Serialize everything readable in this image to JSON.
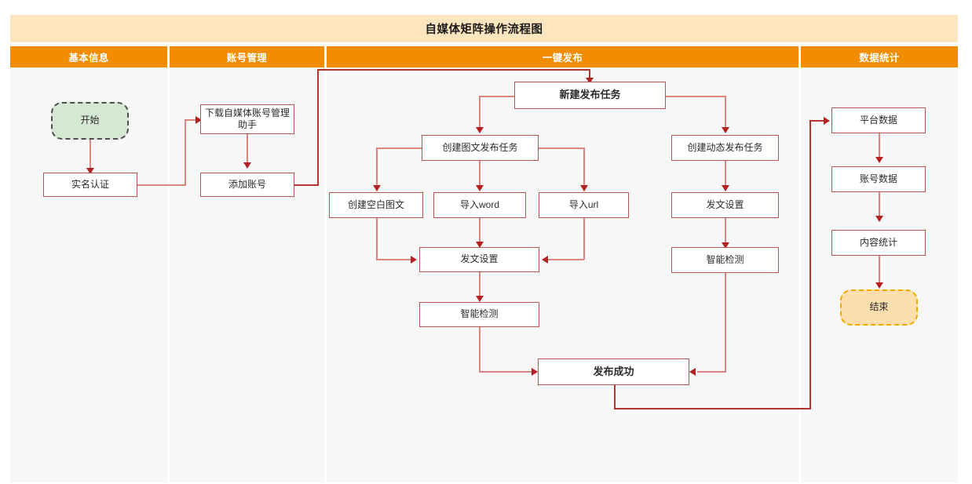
{
  "diagram": {
    "title": "自媒体矩阵操作流程图",
    "type": "swimlane-flowchart",
    "colors": {
      "title_bar": "#fce5bf",
      "lane_header": "#f28c00",
      "lane_body": "#f7f7f7",
      "node_border": "#b85450",
      "connector": "#d98682",
      "arrow": "#b22222",
      "start_fill": "#d5e8d4",
      "start_border": "#4d4d4d",
      "end_fill": "#fcdfad",
      "end_border": "#f2a900"
    },
    "lanes": [
      {
        "id": "basic-info",
        "label": "基本信息"
      },
      {
        "id": "account-mgmt",
        "label": "账号管理"
      },
      {
        "id": "one-click-publish",
        "label": "一键发布"
      },
      {
        "id": "data-stats",
        "label": "数据统计"
      }
    ],
    "nodes": [
      {
        "id": "start",
        "lane": "basic-info",
        "label": "开始",
        "shape": "terminator-start"
      },
      {
        "id": "real-name-auth",
        "lane": "basic-info",
        "label": "实名认证",
        "shape": "process"
      },
      {
        "id": "download-helper",
        "lane": "account-mgmt",
        "label": "下载自媒体账号管理助手",
        "shape": "process"
      },
      {
        "id": "add-account",
        "lane": "account-mgmt",
        "label": "添加账号",
        "shape": "process"
      },
      {
        "id": "new-publish-task",
        "lane": "one-click-publish",
        "label": "新建发布任务",
        "shape": "process",
        "emphasis": true
      },
      {
        "id": "create-image-text-task",
        "lane": "one-click-publish",
        "label": "创建图文发布任务",
        "shape": "process"
      },
      {
        "id": "create-dynamic-task",
        "lane": "one-click-publish",
        "label": "创建动态发布任务",
        "shape": "process"
      },
      {
        "id": "create-blank-doc",
        "lane": "one-click-publish",
        "label": "创建空白图文",
        "shape": "process"
      },
      {
        "id": "import-word",
        "lane": "one-click-publish",
        "label": "导入word",
        "shape": "process"
      },
      {
        "id": "import-url",
        "lane": "one-click-publish",
        "label": "导入url",
        "shape": "process"
      },
      {
        "id": "post-settings-a",
        "lane": "one-click-publish",
        "label": "发文设置",
        "shape": "process"
      },
      {
        "id": "smart-check-a",
        "lane": "one-click-publish",
        "label": "智能检测",
        "shape": "process"
      },
      {
        "id": "post-settings-b",
        "lane": "one-click-publish",
        "label": "发文设置",
        "shape": "process"
      },
      {
        "id": "smart-check-b",
        "lane": "one-click-publish",
        "label": "智能检测",
        "shape": "process"
      },
      {
        "id": "publish-success",
        "lane": "one-click-publish",
        "label": "发布成功",
        "shape": "process",
        "emphasis": true
      },
      {
        "id": "platform-data",
        "lane": "data-stats",
        "label": "平台数据",
        "shape": "process"
      },
      {
        "id": "account-data",
        "lane": "data-stats",
        "label": "账号数据",
        "shape": "process"
      },
      {
        "id": "content-stats",
        "lane": "data-stats",
        "label": "内容统计",
        "shape": "process"
      },
      {
        "id": "end",
        "lane": "data-stats",
        "label": "结束",
        "shape": "terminator-end"
      }
    ],
    "edges": [
      {
        "from": "start",
        "to": "real-name-auth"
      },
      {
        "from": "real-name-auth",
        "to": "download-helper"
      },
      {
        "from": "download-helper",
        "to": "add-account"
      },
      {
        "from": "add-account",
        "to": "new-publish-task"
      },
      {
        "from": "new-publish-task",
        "to": "create-image-text-task"
      },
      {
        "from": "new-publish-task",
        "to": "create-dynamic-task"
      },
      {
        "from": "create-image-text-task",
        "to": "create-blank-doc"
      },
      {
        "from": "create-image-text-task",
        "to": "import-word"
      },
      {
        "from": "create-image-text-task",
        "to": "import-url"
      },
      {
        "from": "create-blank-doc",
        "to": "post-settings-a"
      },
      {
        "from": "import-word",
        "to": "post-settings-a"
      },
      {
        "from": "import-url",
        "to": "post-settings-a"
      },
      {
        "from": "post-settings-a",
        "to": "smart-check-a"
      },
      {
        "from": "smart-check-a",
        "to": "publish-success"
      },
      {
        "from": "create-dynamic-task",
        "to": "post-settings-b"
      },
      {
        "from": "post-settings-b",
        "to": "smart-check-b"
      },
      {
        "from": "smart-check-b",
        "to": "publish-success"
      },
      {
        "from": "publish-success",
        "to": "platform-data"
      },
      {
        "from": "platform-data",
        "to": "account-data"
      },
      {
        "from": "account-data",
        "to": "content-stats"
      },
      {
        "from": "content-stats",
        "to": "end"
      }
    ]
  }
}
